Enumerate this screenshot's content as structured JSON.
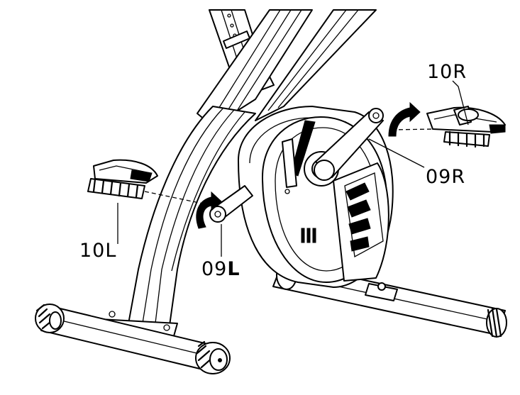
{
  "labels": {
    "pedal_right": "10R",
    "crank_right": "09R",
    "pedal_left": "10L",
    "crank_left_num": "09",
    "crank_left_side": "L"
  },
  "colors": {
    "line": "#000000",
    "background": "#ffffff"
  },
  "icons": {
    "rotation_arrow": "curved-arrow-icon"
  }
}
